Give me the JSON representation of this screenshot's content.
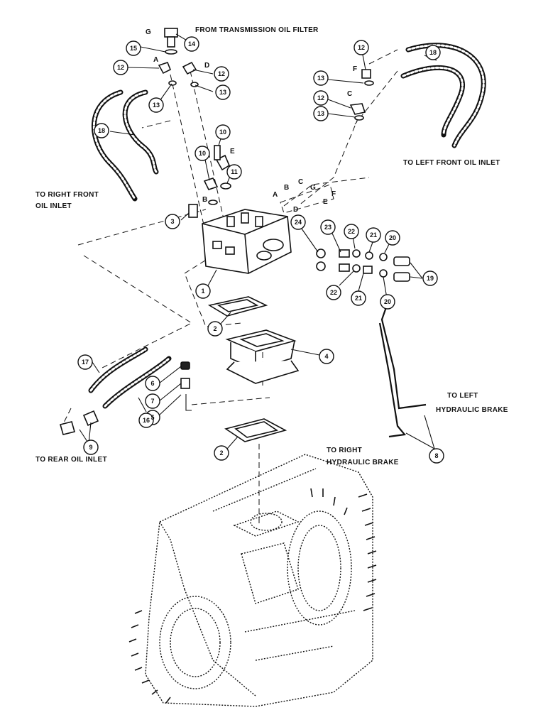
{
  "labels": {
    "from_filter": "FROM TRANSMISSION OIL FILTER",
    "left_front_inlet": "TO LEFT FRONT OIL INLET",
    "right_front_line1": "TO RIGHT FRONT",
    "right_front_line2": "OIL INLET",
    "rear_inlet": "TO REAR OIL INLET",
    "left_brake_line1": "TO LEFT",
    "left_brake_line2": "HYDRAULIC BRAKE",
    "right_brake_line1": "TO RIGHT",
    "right_brake_line2": "HYDRAULIC BRAKE"
  },
  "port_letters": {
    "g_top": "G",
    "a_left": "A",
    "d_left": "D",
    "f_right": "F",
    "c_right": "C",
    "e_valve": "E",
    "b_valve": "B",
    "key_a": "A",
    "key_b": "B",
    "key_c": "C",
    "key_g": "G",
    "key_f": "F",
    "key_e": "E",
    "key_d": "D"
  },
  "callouts": [
    {
      "id": "c14",
      "num": "14"
    },
    {
      "id": "c15",
      "num": "15"
    },
    {
      "id": "c12a",
      "num": "12"
    },
    {
      "id": "c12b",
      "num": "12"
    },
    {
      "id": "c13a",
      "num": "13"
    },
    {
      "id": "c13b",
      "num": "13"
    },
    {
      "id": "c18a",
      "num": "18"
    },
    {
      "id": "c10a",
      "num": "10"
    },
    {
      "id": "c10b",
      "num": "10"
    },
    {
      "id": "c11",
      "num": "11"
    },
    {
      "id": "c3",
      "num": "3"
    },
    {
      "id": "c1",
      "num": "1"
    },
    {
      "id": "c12c",
      "num": "12"
    },
    {
      "id": "c13c",
      "num": "13"
    },
    {
      "id": "c12d",
      "num": "12"
    },
    {
      "id": "c13d",
      "num": "13"
    },
    {
      "id": "c18b",
      "num": "18"
    },
    {
      "id": "c24",
      "num": "24"
    },
    {
      "id": "c23",
      "num": "23"
    },
    {
      "id": "c22a",
      "num": "22"
    },
    {
      "id": "c21a",
      "num": "21"
    },
    {
      "id": "c20a",
      "num": "20"
    },
    {
      "id": "c19",
      "num": "19"
    },
    {
      "id": "c22b",
      "num": "22"
    },
    {
      "id": "c21b",
      "num": "21"
    },
    {
      "id": "c20b",
      "num": "20"
    },
    {
      "id": "c2a",
      "num": "2"
    },
    {
      "id": "c4",
      "num": "4"
    },
    {
      "id": "c17",
      "num": "17"
    },
    {
      "id": "c6",
      "num": "6"
    },
    {
      "id": "c7",
      "num": "7"
    },
    {
      "id": "c5",
      "num": "5"
    },
    {
      "id": "c16",
      "num": "16"
    },
    {
      "id": "c9",
      "num": "9"
    },
    {
      "id": "c2b",
      "num": "2"
    },
    {
      "id": "c8",
      "num": "8"
    }
  ]
}
